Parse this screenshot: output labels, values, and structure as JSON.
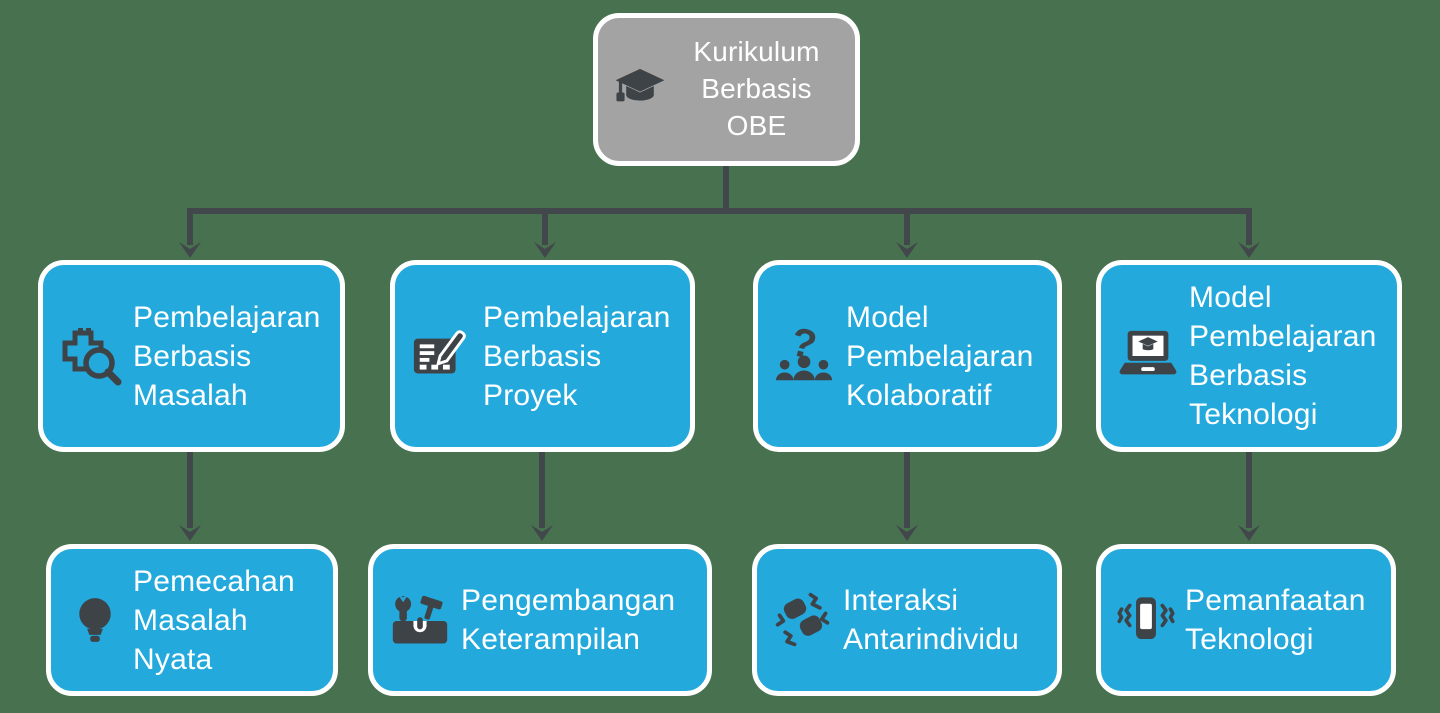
{
  "diagram": {
    "root": {
      "label": "Kurikulum\nBerbasis\nOBE",
      "icon": "graduation-cap"
    },
    "branches": [
      {
        "label": "Pembelajaran\nBerbasis\nMasalah",
        "icon": "puzzle-magnifier",
        "child": {
          "label": "Pemecahan\nMasalah\nNyata",
          "icon": "lightbulb"
        }
      },
      {
        "label": "Pembelajaran\nBerbasis\nProyek",
        "icon": "document-pencil",
        "child": {
          "label": "Pengembangan\nKeterampilan",
          "icon": "toolbox"
        }
      },
      {
        "label": "Model\nPembelajaran\nKolaboratif",
        "icon": "group-question",
        "child": {
          "label": "Interaksi\nAntarindividu",
          "icon": "interaction-shapes"
        }
      },
      {
        "label": "Model\nPembelajaran\nBerbasis\nTeknologi",
        "icon": "laptop-graduation",
        "child": {
          "label": "Pemanfaatan\nTeknologi",
          "icon": "vibrating-phone"
        }
      }
    ]
  },
  "colors": {
    "background": "#47714F",
    "branch_node": "#24A9DD",
    "root_node": "#A3A3A3",
    "icon_ink": "#3E4347",
    "connector": "#42474B",
    "node_border": "#FFFFFF",
    "text": "#FFFFFF"
  }
}
